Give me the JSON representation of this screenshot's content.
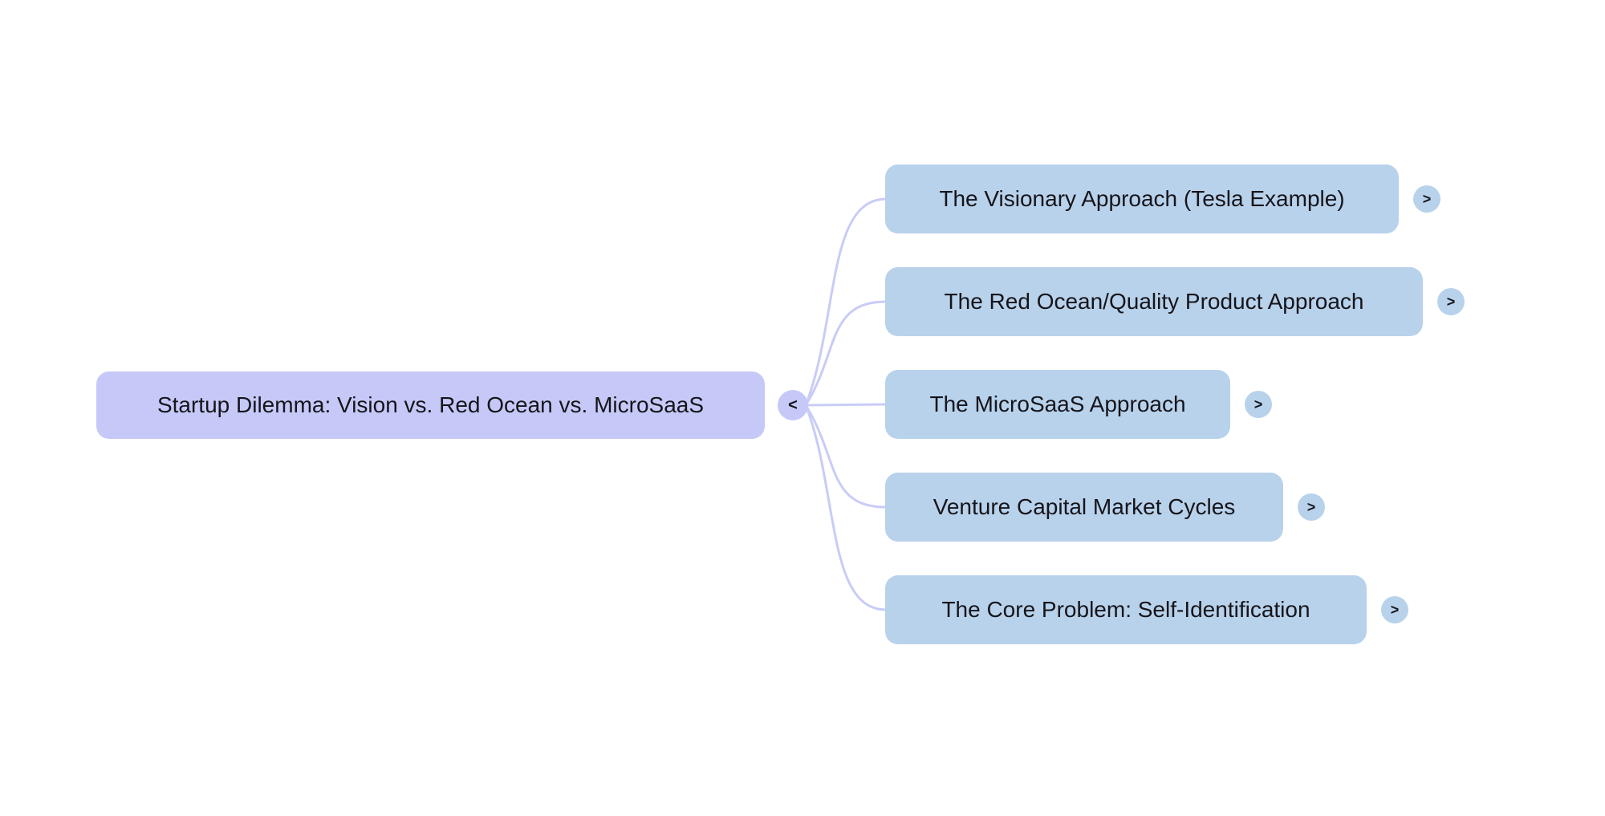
{
  "mindmap": {
    "root": {
      "label": "Startup Dilemma: Vision vs. Red Ocean vs. MicroSaaS",
      "collapse_glyph": "<"
    },
    "children": [
      {
        "label": "The Visionary Approach (Tesla Example)",
        "expand_glyph": ">"
      },
      {
        "label": "The Red Ocean/Quality Product Approach",
        "expand_glyph": ">"
      },
      {
        "label": "The MicroSaaS Approach",
        "expand_glyph": ">"
      },
      {
        "label": "Venture Capital Market Cycles",
        "expand_glyph": ">"
      },
      {
        "label": "The Core Problem: Self-Identification",
        "expand_glyph": ">"
      }
    ],
    "colors": {
      "root_fill": "#c6c9f8",
      "child_fill": "#b9d2ec",
      "connector": "#c8ccf6",
      "text": "#15151a"
    }
  }
}
